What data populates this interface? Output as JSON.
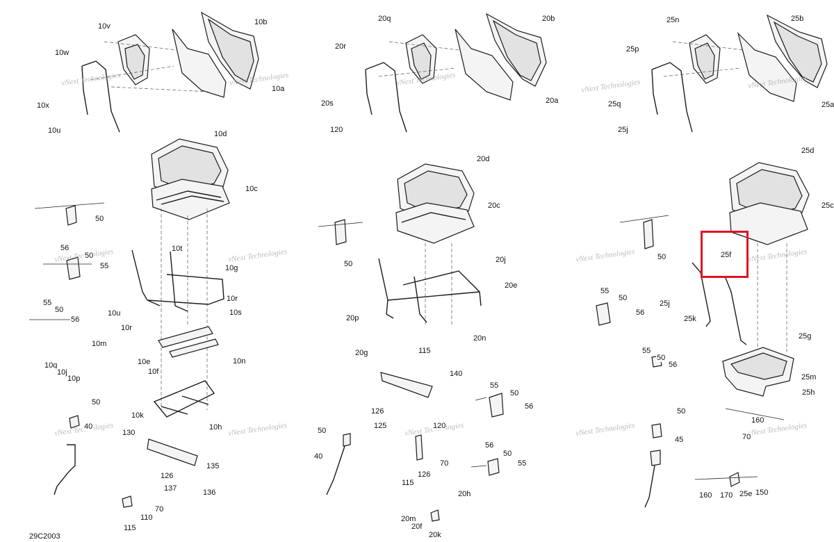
{
  "diagram_code": "29C2003",
  "watermark_text": "vNext Technologies",
  "highlight": {
    "color": "#e0141f",
    "label": "25f"
  },
  "callouts": [
    {
      "id": "10v",
      "text": "10v"
    },
    {
      "id": "10b",
      "text": "10b"
    },
    {
      "id": "10w",
      "text": "10w"
    },
    {
      "id": "10a",
      "text": "10a"
    },
    {
      "id": "10x",
      "text": "10x"
    },
    {
      "id": "10u-top",
      "text": "10u"
    },
    {
      "id": "10d",
      "text": "10d"
    },
    {
      "id": "10c",
      "text": "10c"
    },
    {
      "id": "50-l1",
      "text": "50"
    },
    {
      "id": "10t",
      "text": "10t"
    },
    {
      "id": "56-l1",
      "text": "56"
    },
    {
      "id": "50-l2",
      "text": "50"
    },
    {
      "id": "55-l1",
      "text": "55"
    },
    {
      "id": "10g",
      "text": "10g"
    },
    {
      "id": "55-l2",
      "text": "55"
    },
    {
      "id": "50-l3",
      "text": "50"
    },
    {
      "id": "56-l2",
      "text": "56"
    },
    {
      "id": "10u-mid",
      "text": "10u"
    },
    {
      "id": "10r-a",
      "text": "10r"
    },
    {
      "id": "10r-b",
      "text": "10r"
    },
    {
      "id": "10s",
      "text": "10s"
    },
    {
      "id": "10m",
      "text": "10m"
    },
    {
      "id": "10q",
      "text": "10q"
    },
    {
      "id": "10e",
      "text": "10e"
    },
    {
      "id": "10f",
      "text": "10f"
    },
    {
      "id": "10j",
      "text": "10j"
    },
    {
      "id": "10p",
      "text": "10p"
    },
    {
      "id": "10n",
      "text": "10n"
    },
    {
      "id": "50-l4",
      "text": "50"
    },
    {
      "id": "10k",
      "text": "10k"
    },
    {
      "id": "40-l",
      "text": "40"
    },
    {
      "id": "10h",
      "text": "10h"
    },
    {
      "id": "130",
      "text": "130"
    },
    {
      "id": "135",
      "text": "135"
    },
    {
      "id": "126-l",
      "text": "126"
    },
    {
      "id": "137",
      "text": "137"
    },
    {
      "id": "136",
      "text": "136"
    },
    {
      "id": "70-l",
      "text": "70"
    },
    {
      "id": "110",
      "text": "110"
    },
    {
      "id": "115-l",
      "text": "115"
    },
    {
      "id": "20q",
      "text": "20q"
    },
    {
      "id": "20b",
      "text": "20b"
    },
    {
      "id": "20r",
      "text": "20r"
    },
    {
      "id": "20a",
      "text": "20a"
    },
    {
      "id": "20s",
      "text": "20s"
    },
    {
      "id": "120-top",
      "text": "120"
    },
    {
      "id": "20d",
      "text": "20d"
    },
    {
      "id": "20c",
      "text": "20c"
    },
    {
      "id": "50-m1",
      "text": "50"
    },
    {
      "id": "20j",
      "text": "20j"
    },
    {
      "id": "20e",
      "text": "20e"
    },
    {
      "id": "20p",
      "text": "20p"
    },
    {
      "id": "20n",
      "text": "20n"
    },
    {
      "id": "20g",
      "text": "20g"
    },
    {
      "id": "115-m1",
      "text": "115"
    },
    {
      "id": "140",
      "text": "140"
    },
    {
      "id": "126-m1",
      "text": "126"
    },
    {
      "id": "55-m1",
      "text": "55"
    },
    {
      "id": "50-m2",
      "text": "50"
    },
    {
      "id": "56-m1",
      "text": "56"
    },
    {
      "id": "125",
      "text": "125"
    },
    {
      "id": "50-m3",
      "text": "50"
    },
    {
      "id": "120-mid",
      "text": "120"
    },
    {
      "id": "40-m",
      "text": "40"
    },
    {
      "id": "70-m",
      "text": "70"
    },
    {
      "id": "56-m2",
      "text": "56"
    },
    {
      "id": "50-m4",
      "text": "50"
    },
    {
      "id": "55-m2",
      "text": "55"
    },
    {
      "id": "126-m2",
      "text": "126"
    },
    {
      "id": "115-m2",
      "text": "115"
    },
    {
      "id": "20h",
      "text": "20h"
    },
    {
      "id": "20m",
      "text": "20m"
    },
    {
      "id": "20f",
      "text": "20f"
    },
    {
      "id": "20k",
      "text": "20k"
    },
    {
      "id": "25n",
      "text": "25n"
    },
    {
      "id": "25b",
      "text": "25b"
    },
    {
      "id": "25p",
      "text": "25p"
    },
    {
      "id": "25a",
      "text": "25a"
    },
    {
      "id": "25q",
      "text": "25q"
    },
    {
      "id": "25j-top",
      "text": "25j"
    },
    {
      "id": "25d",
      "text": "25d"
    },
    {
      "id": "25c",
      "text": "25c"
    },
    {
      "id": "50-r1",
      "text": "50"
    },
    {
      "id": "25f",
      "text": "25f"
    },
    {
      "id": "55-r1",
      "text": "55"
    },
    {
      "id": "50-r2",
      "text": "50"
    },
    {
      "id": "25j-mid",
      "text": "25j"
    },
    {
      "id": "56-r1",
      "text": "56"
    },
    {
      "id": "25k",
      "text": "25k"
    },
    {
      "id": "25g",
      "text": "25g"
    },
    {
      "id": "55-r2",
      "text": "55"
    },
    {
      "id": "50-r3",
      "text": "50"
    },
    {
      "id": "56-r2",
      "text": "56"
    },
    {
      "id": "25m",
      "text": "25m"
    },
    {
      "id": "25h",
      "text": "25h"
    },
    {
      "id": "160-a",
      "text": "160"
    },
    {
      "id": "50-r4",
      "text": "50"
    },
    {
      "id": "70-r",
      "text": "70"
    },
    {
      "id": "45",
      "text": "45"
    },
    {
      "id": "160-b",
      "text": "160"
    },
    {
      "id": "170",
      "text": "170"
    },
    {
      "id": "25e",
      "text": "25e"
    },
    {
      "id": "150",
      "text": "150"
    }
  ]
}
